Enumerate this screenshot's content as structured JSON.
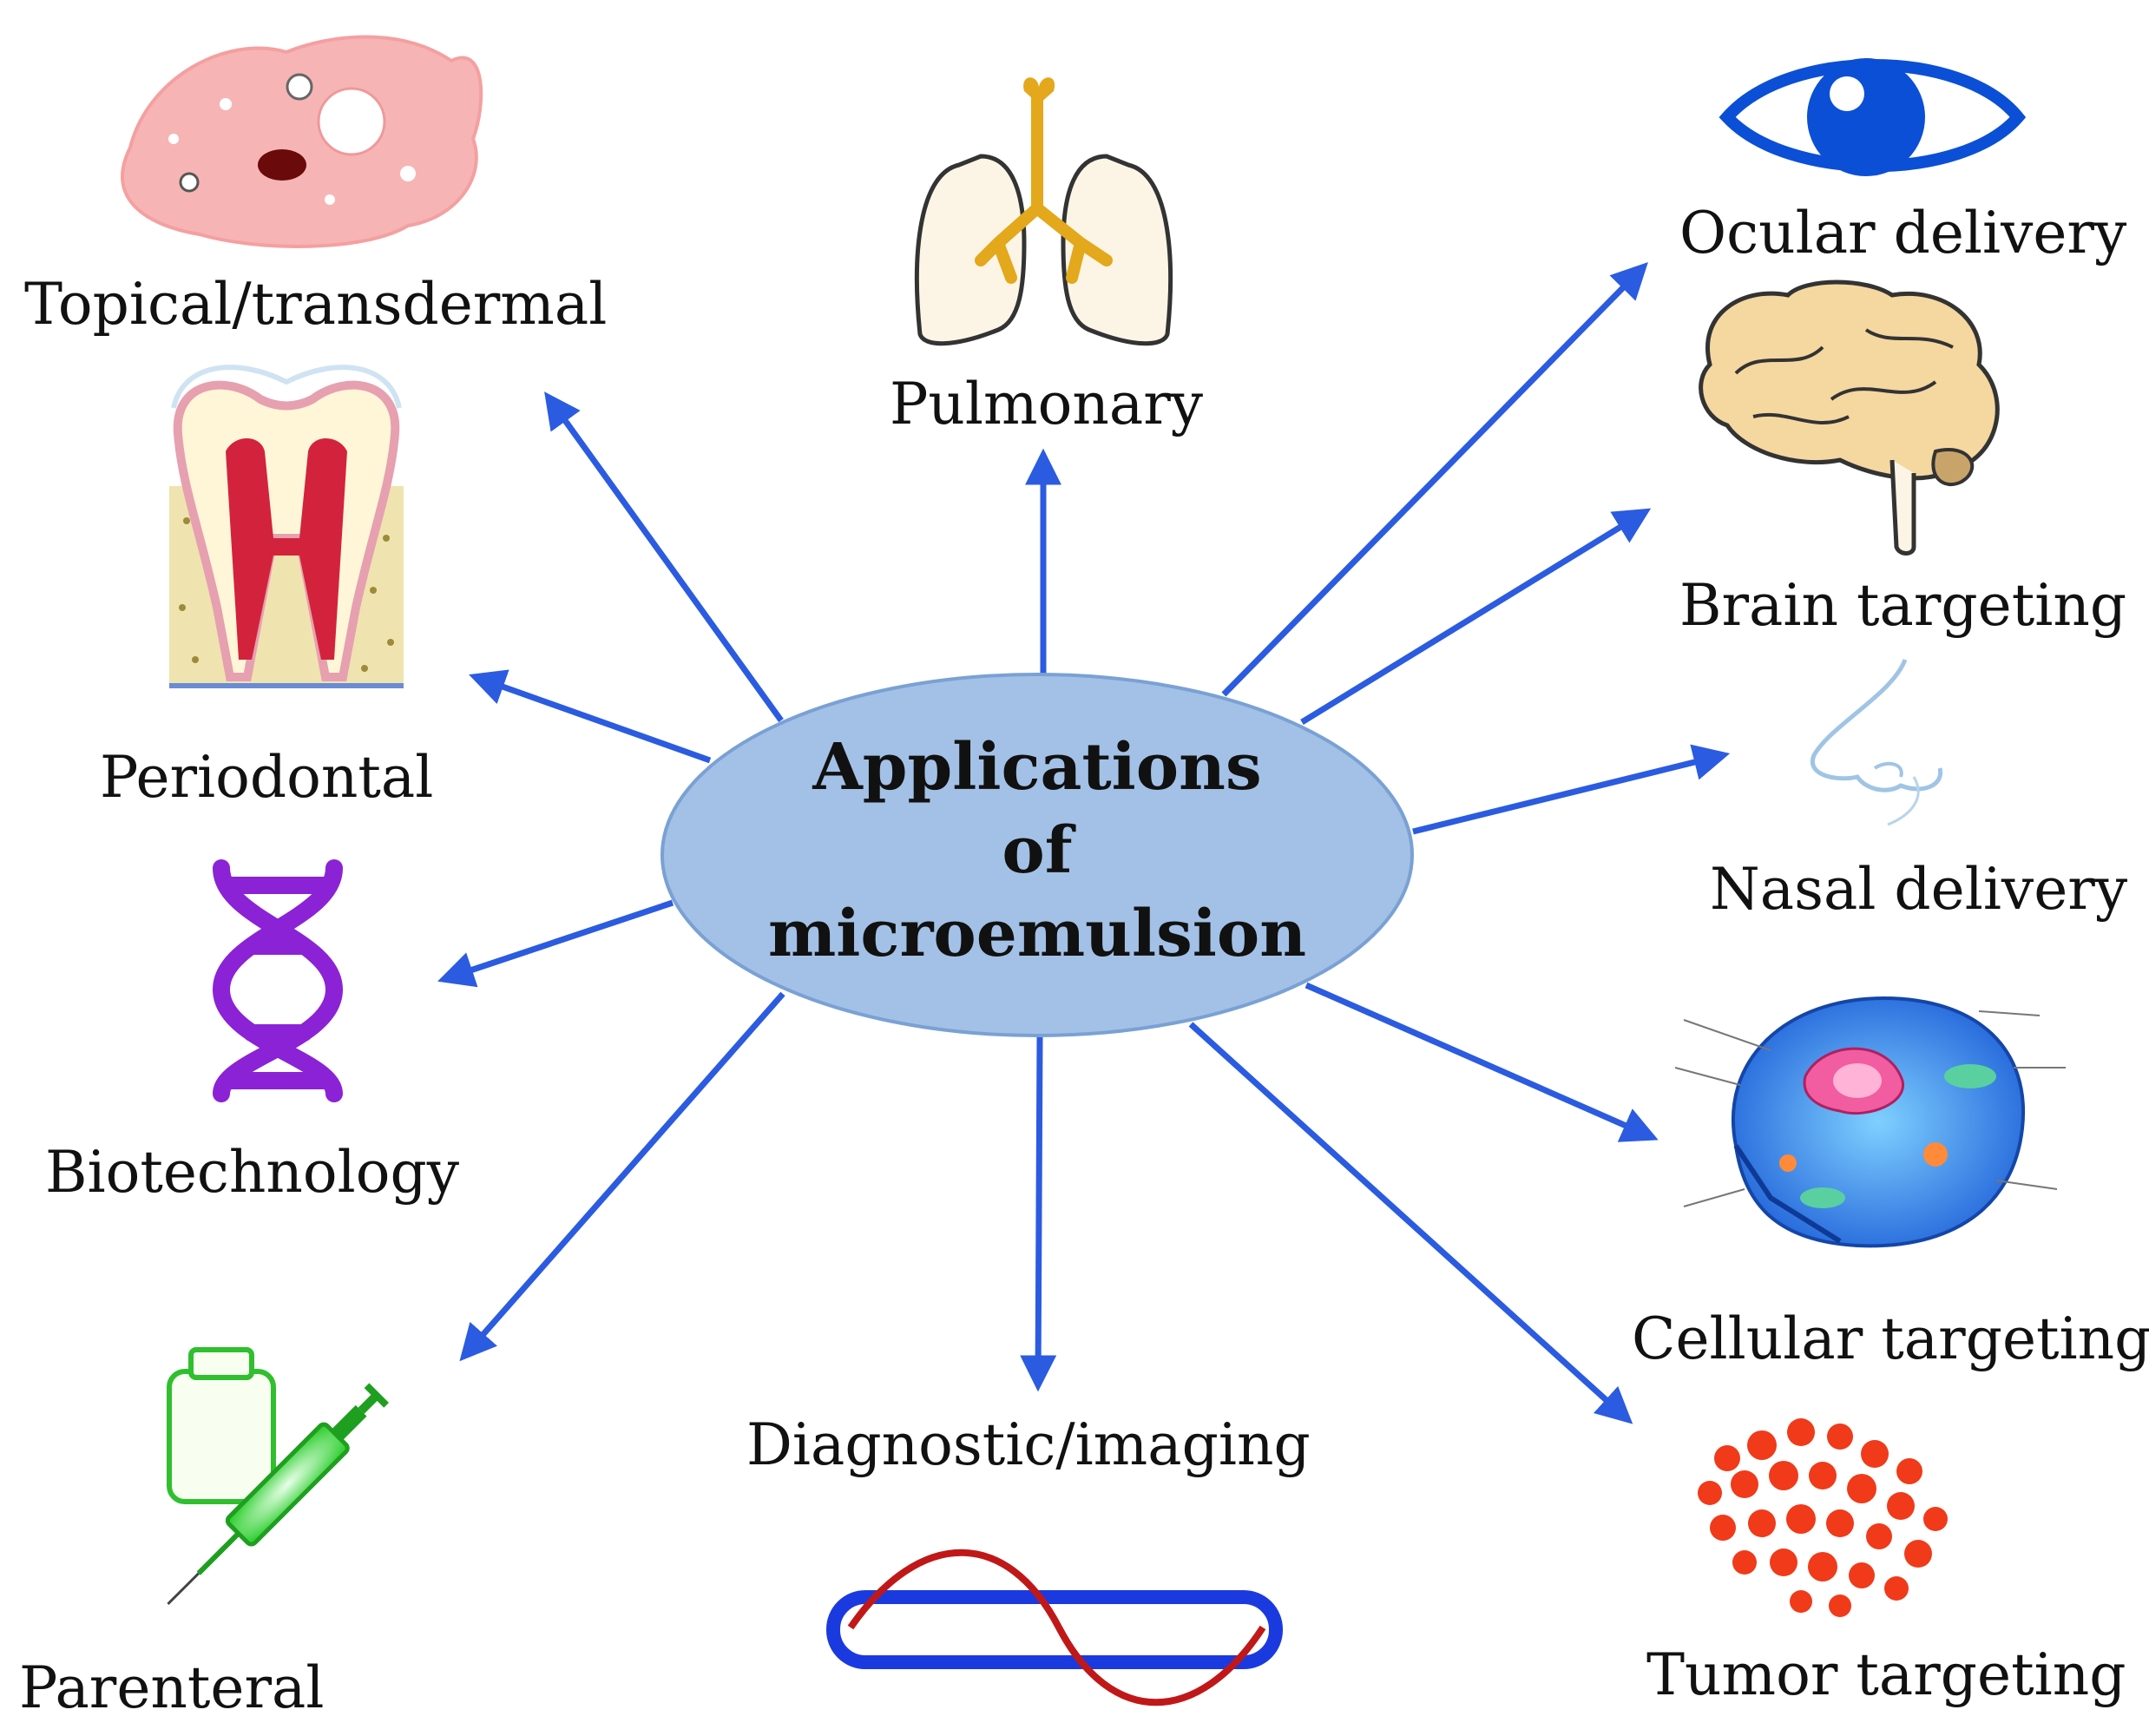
{
  "center": {
    "line1": "Applications",
    "line2": "of",
    "line3": "microemulsion",
    "fill": "#a3c1e6",
    "stroke": "#7aa1d4"
  },
  "arrow_color": "#2b5be0",
  "applications": [
    {
      "key": "topical",
      "label": "Topical/transdermal",
      "icon": "amoeba-skin-icon"
    },
    {
      "key": "pulmonary",
      "label": "Pulmonary",
      "icon": "lungs-icon"
    },
    {
      "key": "ocular",
      "label": "Ocular delivery",
      "icon": "eye-icon"
    },
    {
      "key": "brain",
      "label": "Brain targeting",
      "icon": "brain-icon"
    },
    {
      "key": "nasal",
      "label": "Nasal delivery",
      "icon": "nose-icon"
    },
    {
      "key": "cellular",
      "label": "Cellular targeting",
      "icon": "cell-icon"
    },
    {
      "key": "tumor",
      "label": "Tumor targeting",
      "icon": "tumor-cells-icon"
    },
    {
      "key": "diagnostic",
      "label": "Diagnostic/imaging",
      "icon": "imaging-scan-icon"
    },
    {
      "key": "parenteral",
      "label": "Parenteral",
      "icon": "syringe-vial-icon"
    },
    {
      "key": "biotech",
      "label": "Biotechnology",
      "icon": "dna-icon"
    },
    {
      "key": "periodontal",
      "label": "Periodontal",
      "icon": "tooth-icon"
    }
  ]
}
